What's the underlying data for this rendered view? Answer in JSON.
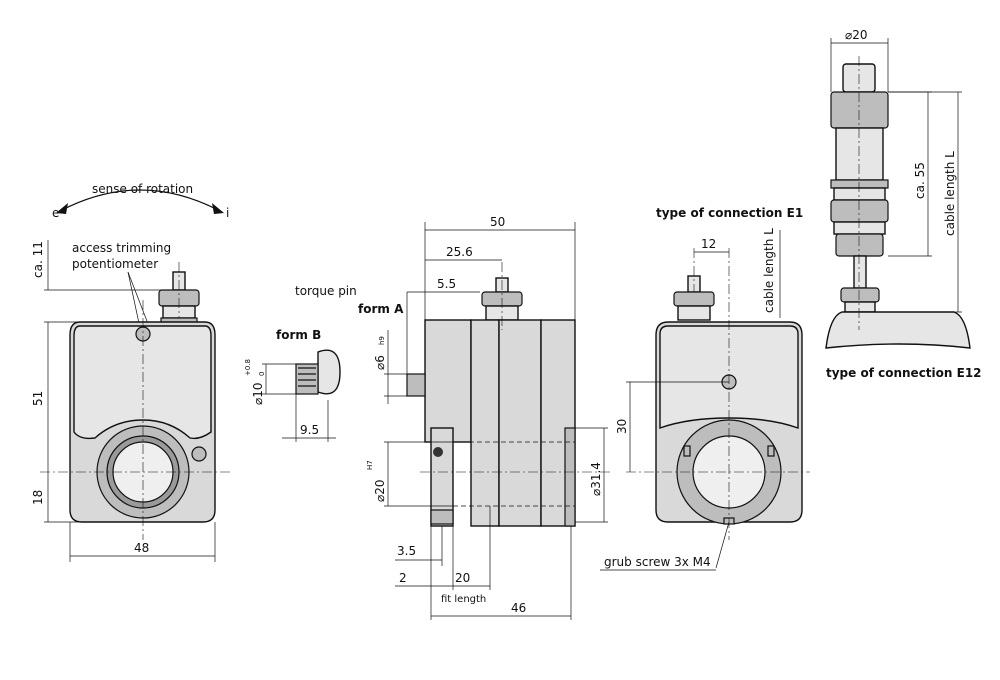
{
  "labels": {
    "sense_of_rotation": "sense of rotation",
    "dir_e": "e",
    "dir_i": "i",
    "access_trimming_line1": "access trimming",
    "access_trimming_line2": "potentiometer",
    "torque_pin": "torque pin",
    "form_a": "form A",
    "form_b": "form B",
    "type_e1": "type of connection E1",
    "type_e12": "type of connection E12",
    "grub_screw": "grub screw 3x M4",
    "fit_length": "fit length",
    "cable_length_e1": "cable length L",
    "cable_length_e12": "cable length L"
  },
  "dimensions": {
    "ca11": "ca. 11",
    "h51": "51",
    "h18": "18",
    "w48": "48",
    "d50": "50",
    "d25_6": "25.6",
    "d5_5": "5.5",
    "d6": "⌀6",
    "d6_tol": "h9",
    "d10": "⌀10",
    "d10_tol_up": "+0.8",
    "d10_tol_low": "0",
    "d9_5": "9.5",
    "d20": "⌀20",
    "d20_tol": "H7",
    "d31_4": "⌀31.4",
    "d3_5": "3.5",
    "d2": "2",
    "d20_fit": "20",
    "d46": "46",
    "d12": "12",
    "d30": "30",
    "d20_conn": "⌀20",
    "ca55": "ca. 55"
  }
}
